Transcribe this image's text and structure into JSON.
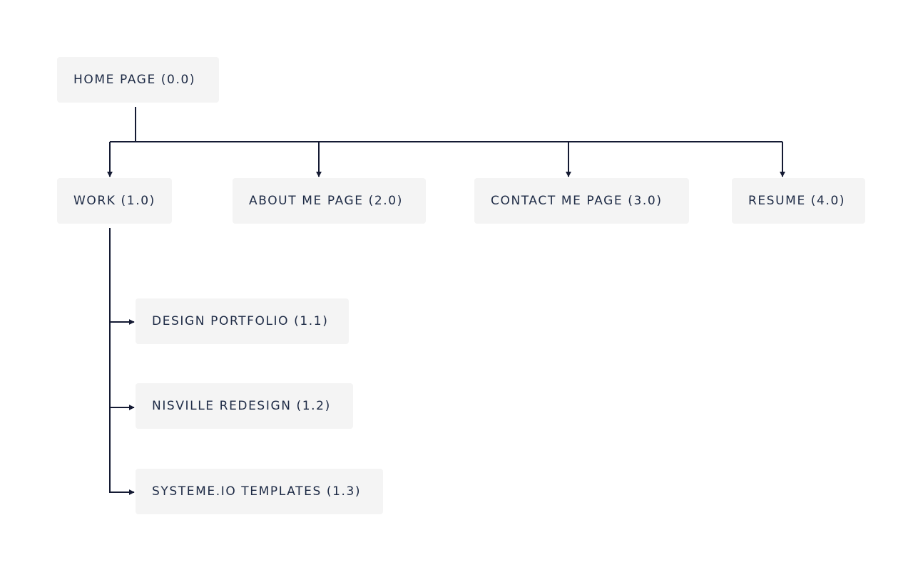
{
  "sitemap": {
    "root": "HOME PAGE (0.0)",
    "level1": [
      "WORK (1.0)",
      "ABOUT ME PAGE (2.0)",
      "CONTACT ME PAGE (3.0)",
      "RESUME (4.0)"
    ],
    "work_children": [
      "DESIGN PORTFOLIO (1.1)",
      "NISVILLE REDESIGN (1.2)",
      "SYSTEME.IO TEMPLATES (1.3)"
    ]
  },
  "colors": {
    "node_background": "#f4f4f4",
    "text": "#1d2a45",
    "connector": "#141a33",
    "page_background": "#ffffff"
  }
}
